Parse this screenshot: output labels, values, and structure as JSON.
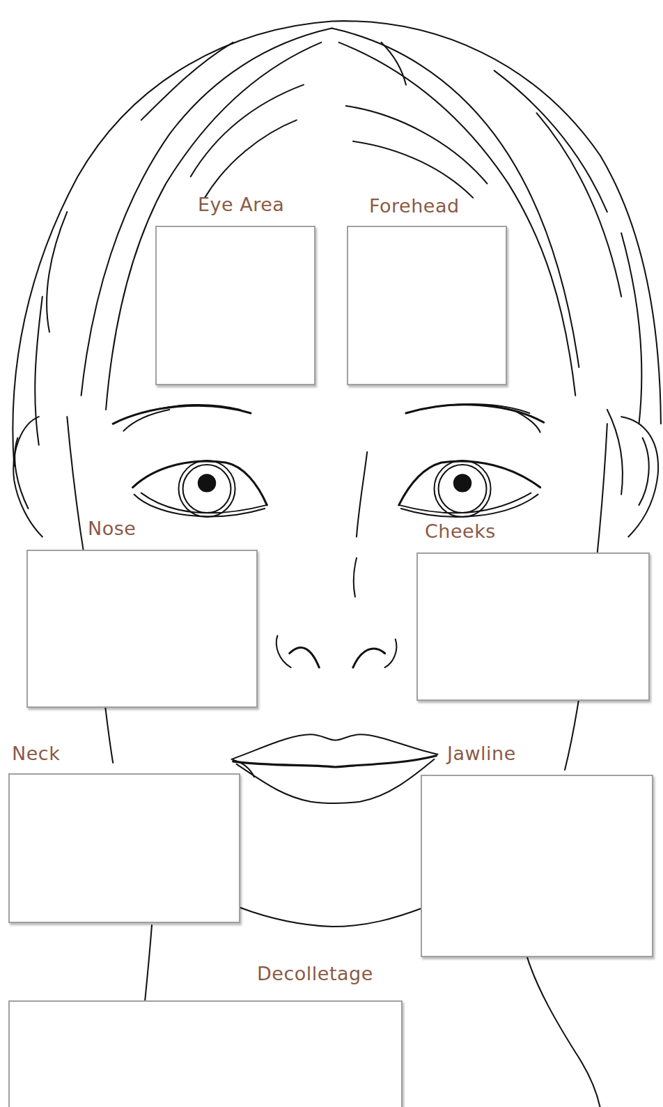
{
  "diagram": {
    "nodes": [
      {
        "text": [
          "Eye Area"
        ]
      },
      {
        "text": [
          "Forehead"
        ]
      },
      {
        "text": [
          "Nose"
        ]
      },
      {
        "text": [
          "Cheeks"
        ]
      },
      {
        "text": [
          "Neck"
        ]
      },
      {
        "text": [
          "Jawline"
        ]
      },
      {
        "text": [
          "Decolletage"
        ]
      }
    ]
  }
}
